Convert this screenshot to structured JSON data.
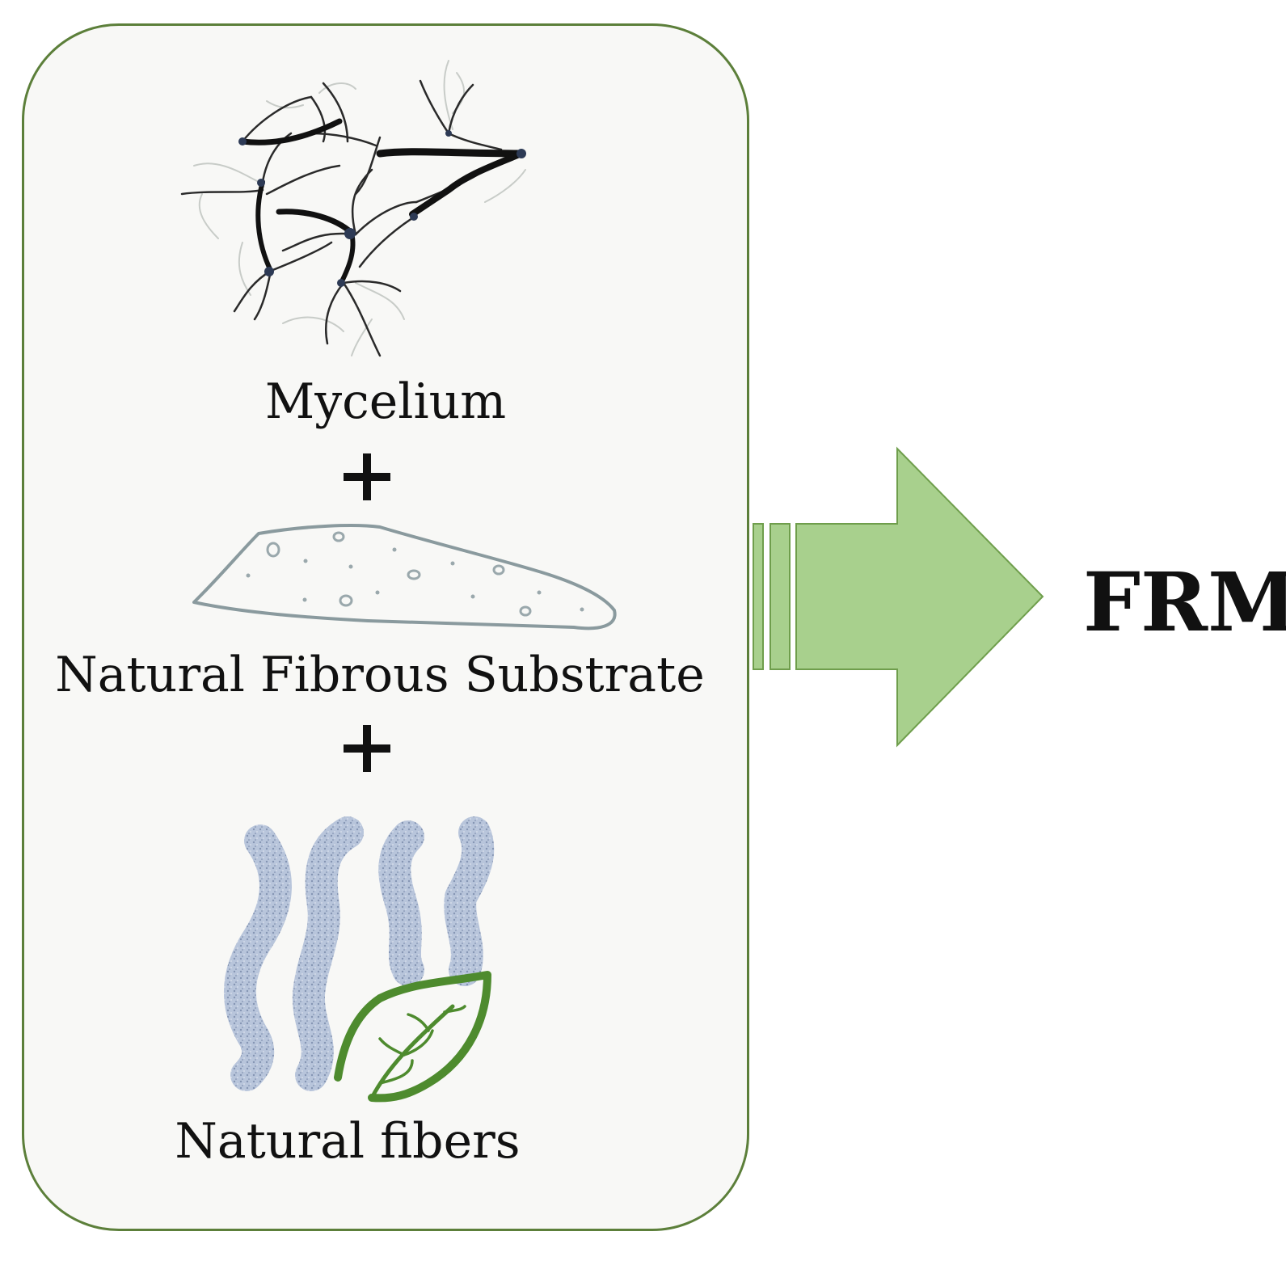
{
  "diagram": {
    "components": [
      {
        "label": "Mycelium",
        "icon": "mycelium-icon"
      },
      {
        "label": "Natural Fibrous Substrate",
        "icon": "substrate-icon"
      },
      {
        "label": "Natural fibers",
        "icon": "fibers-icon"
      }
    ],
    "operator": "+",
    "arrow_icon": "arrow-right-icon",
    "result": "FRM",
    "colors": {
      "panel_border": "#5c7f3a",
      "panel_fill": "#f8f8f6",
      "arrow_fill": "#a8d08d",
      "arrow_stroke": "#6f9e4c",
      "leaf": "#4e8b2e",
      "fiber": "#b3c1d8",
      "substrate_outline": "#8a9a9e"
    }
  }
}
